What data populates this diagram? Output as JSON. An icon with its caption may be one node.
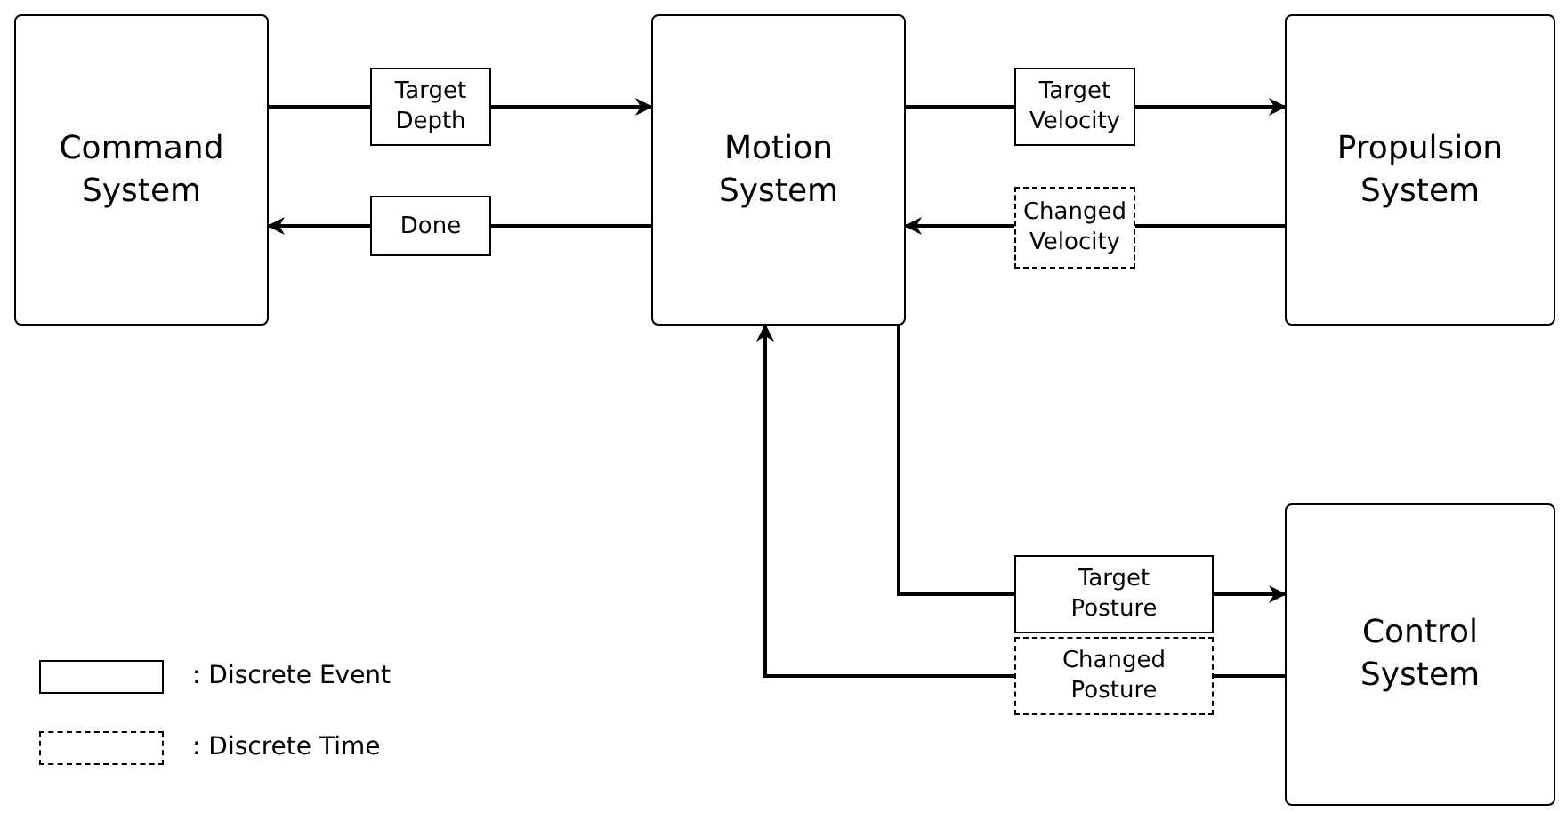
{
  "diagram": {
    "nodes": [
      {
        "text": [
          "Command System"
        ]
      },
      {
        "text": [
          "Motion System"
        ]
      },
      {
        "text": [
          "Propulsion System"
        ]
      },
      {
        "text": [
          "Control System"
        ]
      },
      {
        "text": [
          "Target Depth"
        ]
      },
      {
        "text": [
          "Done"
        ]
      },
      {
        "text": [
          "Target Velocity"
        ]
      },
      {
        "text": [
          "Changed Velocity"
        ]
      },
      {
        "text": [
          "Target Posture"
        ]
      },
      {
        "text": [
          "Changed Posture"
        ]
      }
    ],
    "edges": [
      {
        "from": 0,
        "to": 4,
        "arrow": "none"
      },
      {
        "from": 4,
        "to": 1,
        "arrow": "to"
      },
      {
        "from": 1,
        "to": 5,
        "arrow": "none"
      },
      {
        "from": 5,
        "to": 0,
        "arrow": "to"
      },
      {
        "from": 1,
        "to": 6,
        "arrow": "none"
      },
      {
        "from": 6,
        "to": 2,
        "arrow": "to"
      },
      {
        "from": 2,
        "to": 7,
        "arrow": "none"
      },
      {
        "from": 7,
        "to": 1,
        "arrow": "to"
      },
      {
        "from": 1,
        "to": 8,
        "arrow": "none"
      },
      {
        "from": 8,
        "to": 3,
        "arrow": "to"
      },
      {
        "from": 3,
        "to": 9,
        "arrow": "none"
      },
      {
        "from": 9,
        "to": 1,
        "arrow": "to"
      }
    ],
    "legend": [
      {
        "text": ": Discrete Event"
      },
      {
        "text": ": Discrete Time"
      }
    ]
  }
}
